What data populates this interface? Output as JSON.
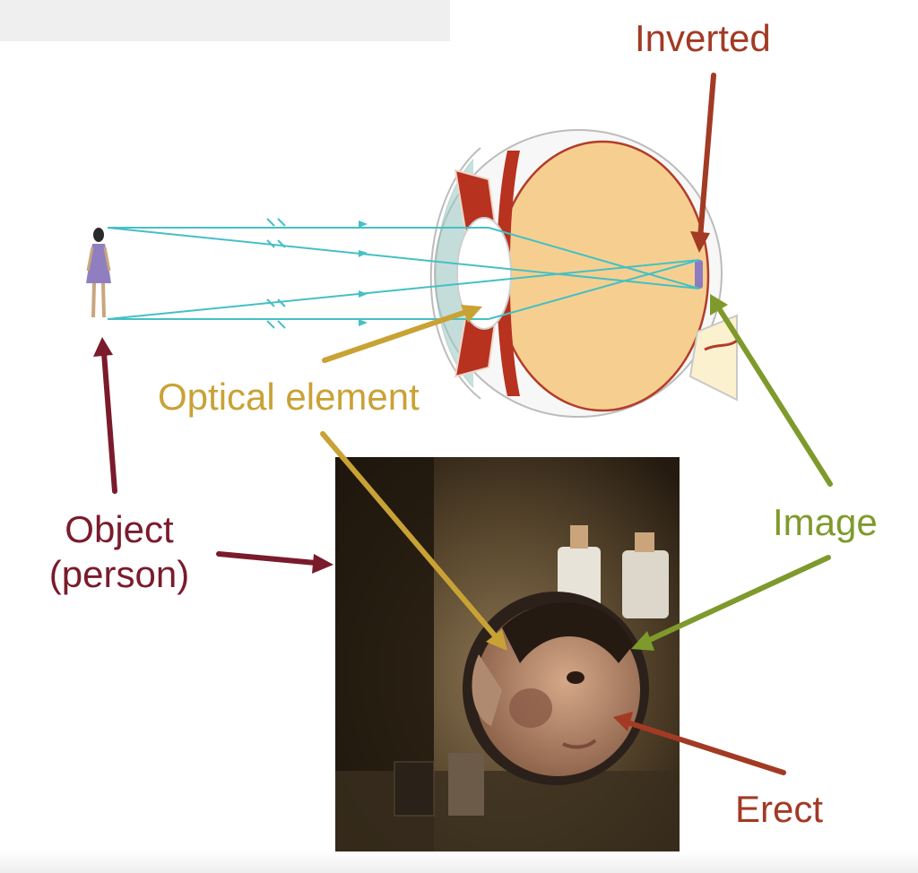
{
  "labels": {
    "inverted": "Inverted",
    "optical_element": "Optical element",
    "image": "Image",
    "erect": "Erect",
    "object_line1": "Object",
    "object_line2": "(person)"
  },
  "icons": {
    "eye": "eye-cross-section-icon",
    "person": "standing-person-icon",
    "photo": "mirror-photo"
  },
  "colors": {
    "inverted": "#a23a24",
    "optical": "#c9a236",
    "image": "#7f9a2c",
    "erect": "#a23a24",
    "object": "#7a1b2c",
    "rays": "#45c0c4",
    "eye_fill": "#f6cf90",
    "eye_outline": "#b23c2a"
  }
}
